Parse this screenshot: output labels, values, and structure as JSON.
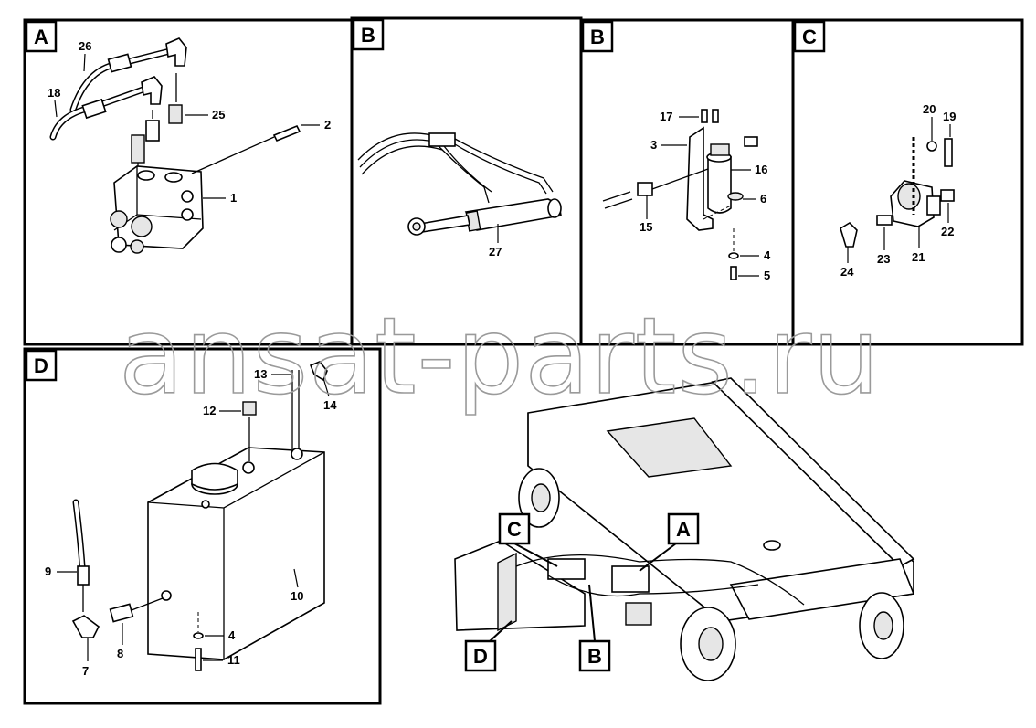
{
  "panels": {
    "A": {
      "tag": "A",
      "callouts": [
        "26",
        "18",
        "25",
        "2",
        "1"
      ]
    },
    "B": {
      "tag": "B",
      "callouts": [
        "27"
      ]
    },
    "B2": {
      "tag": "B",
      "callouts": [
        "17",
        "3",
        "16",
        "6",
        "15",
        "4",
        "5"
      ]
    },
    "C": {
      "tag": "C",
      "callouts": [
        "20",
        "19",
        "22",
        "21",
        "23",
        "24"
      ]
    },
    "D": {
      "tag": "D",
      "callouts": [
        "13",
        "14",
        "12",
        "9",
        "10",
        "4",
        "8",
        "7",
        "11"
      ]
    }
  },
  "overview": {
    "tags": [
      "C",
      "A",
      "D",
      "B"
    ]
  },
  "watermark": "ansat-parts.ru"
}
